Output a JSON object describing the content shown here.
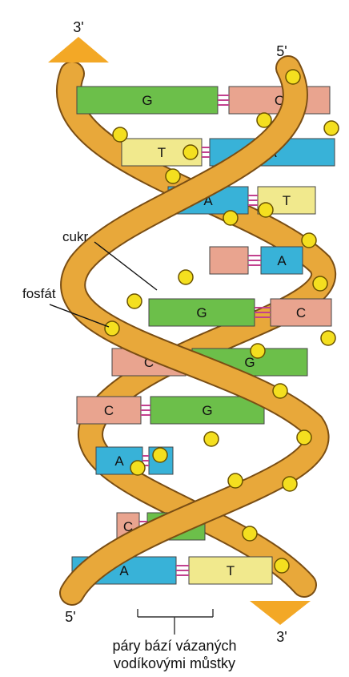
{
  "ends": {
    "top_left": "3'",
    "top_right": "5'",
    "bottom_left": "5'",
    "bottom_right": "3'"
  },
  "labels": {
    "sugar": "cukr",
    "phosphate": "fosfát"
  },
  "caption": {
    "line1": "páry bází vázaných",
    "line2": "vodíkovými můstky"
  },
  "base_pairs": [
    {
      "left": "G",
      "right": "C"
    },
    {
      "left": "T",
      "right": "A"
    },
    {
      "left": "A",
      "right": "T"
    },
    {
      "left": "",
      "right": "A"
    },
    {
      "left": "G",
      "right": "C"
    },
    {
      "left": "C",
      "right": "G"
    },
    {
      "left": "C",
      "right": "G"
    },
    {
      "left": "A",
      "right": ""
    },
    {
      "left": "C",
      "right": "G"
    },
    {
      "left": "A",
      "right": "T"
    }
  ],
  "colors": {
    "G": "#6cbf4a",
    "C": "#e9a48f",
    "T": "#f1e98d",
    "A": "#38b2d8",
    "backbone": "#e8a83a",
    "backbone_edge": "#7a4e14",
    "phosphate": "#f4df1f",
    "hbond": "#c2418e",
    "arrow": "#f3a826"
  }
}
